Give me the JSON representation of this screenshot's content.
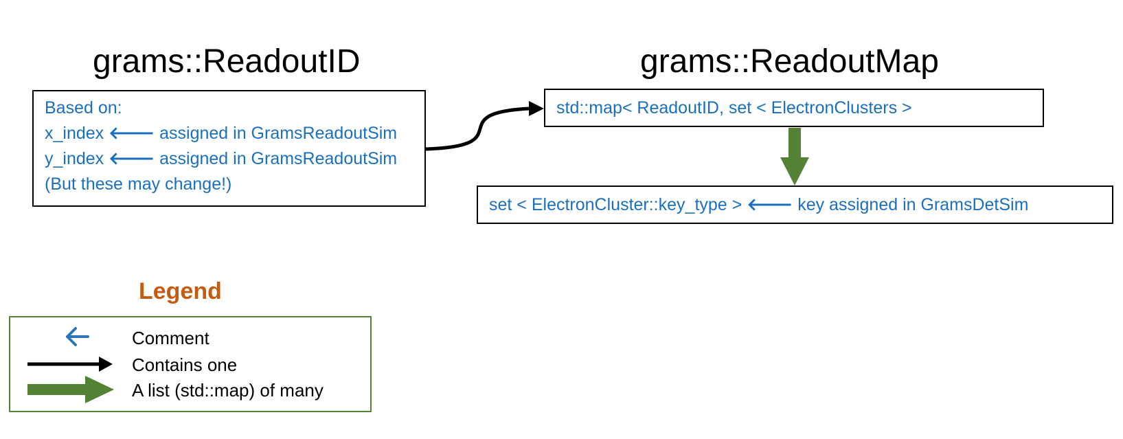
{
  "readout_id": {
    "title": "grams::ReadoutID",
    "lines": [
      "Based on:",
      "x_index",
      "assigned in GramsReadoutSim",
      "y_index",
      "assigned in GramsReadoutSim",
      "(But these may change!)"
    ]
  },
  "readout_map": {
    "title": "grams::ReadoutMap",
    "map_text": "std::map< ReadoutID, set < ElectronClusters >",
    "set_text": "set < ElectronCluster::key_type >",
    "set_comment": "key assigned in GramsDetSim"
  },
  "legend": {
    "title": "Legend",
    "items": [
      {
        "label": "Comment",
        "icon": "comment-arrow-icon"
      },
      {
        "label": "Contains one",
        "icon": "black-arrow-icon"
      },
      {
        "label": "A list (std::map) of many",
        "icon": "green-arrow-icon"
      }
    ]
  },
  "colors": {
    "text_blue": "#1a6fbf",
    "legend_orange": "#c55a11",
    "green_arrow": "#548235",
    "black": "#000000"
  },
  "glyphs": {
    "left_arrow": "🡐"
  }
}
